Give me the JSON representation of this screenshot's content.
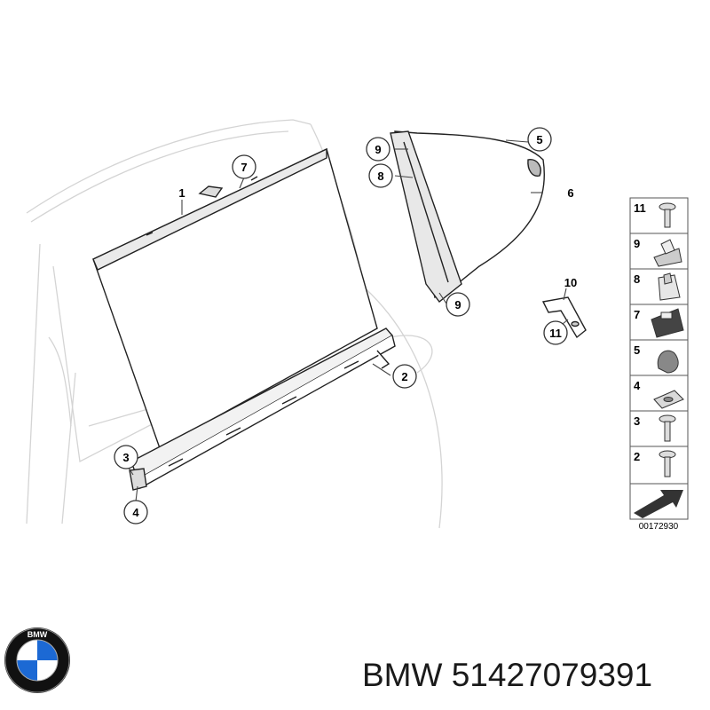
{
  "diagram": {
    "callouts": [
      {
        "id": "c1",
        "label": "1"
      },
      {
        "id": "c7",
        "label": "7"
      },
      {
        "id": "c2",
        "label": "2"
      },
      {
        "id": "c3",
        "label": "3"
      },
      {
        "id": "c4",
        "label": "4"
      },
      {
        "id": "c9a",
        "label": "9"
      },
      {
        "id": "c8",
        "label": "8"
      },
      {
        "id": "c9b",
        "label": "9"
      },
      {
        "id": "c5",
        "label": "5"
      },
      {
        "id": "c6",
        "label": "6"
      },
      {
        "id": "c10",
        "label": "10"
      },
      {
        "id": "c11",
        "label": "11"
      }
    ],
    "legend": [
      "11",
      "9",
      "8",
      "7",
      "5",
      "4",
      "3",
      "2"
    ],
    "reference_number": "00172930"
  },
  "caption": {
    "brand": "BMW",
    "part_number": "51427079391"
  },
  "logo": {
    "lettering": "BMW",
    "colors": {
      "blue": "#1c69d4",
      "white": "#ffffff",
      "ring": "#111111"
    }
  }
}
